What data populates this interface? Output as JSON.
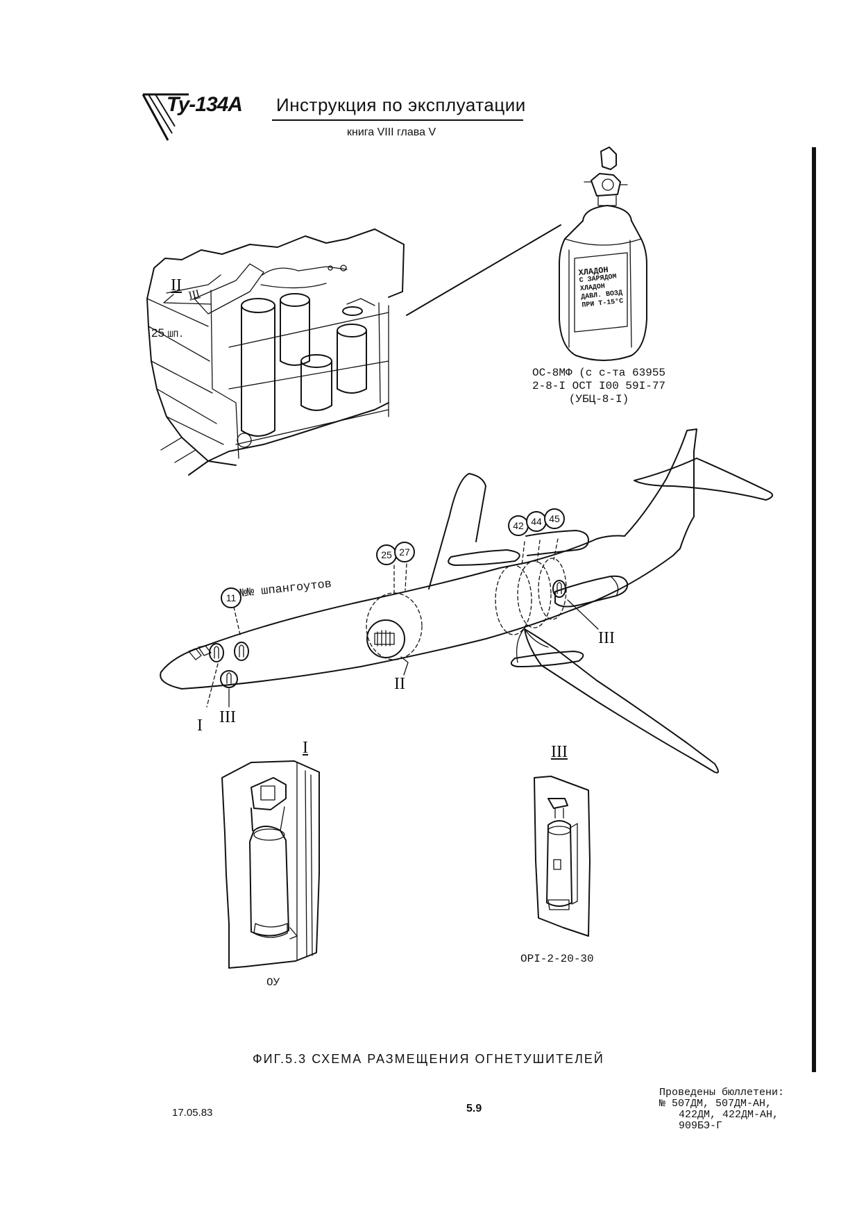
{
  "header": {
    "logo_text": "Ту-134А",
    "title": "Инструкция по эксплуатации",
    "subtitle": "книга VIII глава V"
  },
  "bottle_caption": {
    "line1": "ОС-8МФ (с с-та 63955",
    "line2": "2-8-I ОСТ I00 59I-77",
    "line3": "(УБЦ-8-I)"
  },
  "bottle_label": [
    "ХЛАДОН",
    "С ЗАРЯДОМ",
    "ХЛАДОН",
    "ДАВЛ. ВОЗД",
    "ПРИ Т-15°С"
  ],
  "inset_labels": {
    "roman_ii": "II",
    "roman_iii": "III",
    "frame_25": "25",
    "frame_suffix": "ШП."
  },
  "callouts": {
    "c11": "11",
    "c25": "25",
    "c27": "27",
    "c42": "42",
    "c44": "44",
    "c45": "45"
  },
  "frames_label": "№№ шпангоутов",
  "aircraft_labels": {
    "label_i": "I",
    "label_iii_nose": "III",
    "label_ii": "II",
    "label_iii_tail": "III"
  },
  "details": {
    "detail_i_title": "I",
    "detail_iii_title": "III",
    "ou_caption": "ОУ",
    "opi_caption": "ОРI-2-20-30"
  },
  "figure_caption": "ФИГ.5.3   СХЕМА   РАЗМЕЩЕНИЯ   ОГНЕТУШИТЕЛЕЙ",
  "bulletins": {
    "line1": "Проведены бюллетени:",
    "line2": "№ 507ДМ, 507ДМ-АН,",
    "line3": "422ДМ, 422ДМ-АН,",
    "line4": "909БЭ-Г"
  },
  "footer": {
    "date": "17.05.83",
    "page": "5.9"
  }
}
